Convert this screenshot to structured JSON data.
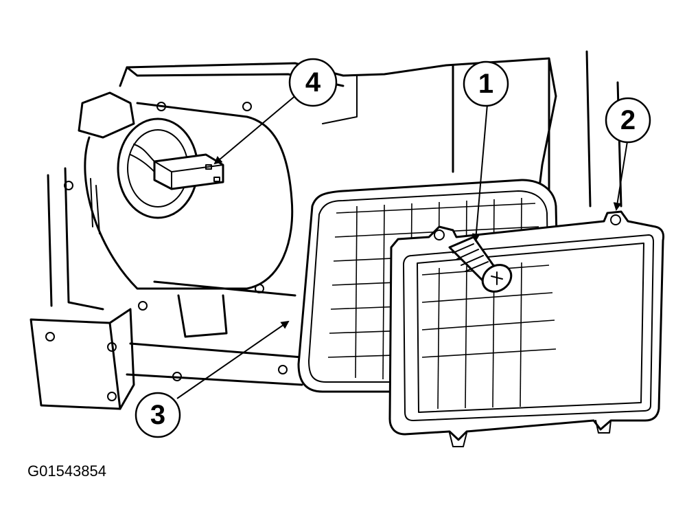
{
  "callouts": [
    {
      "id": "1",
      "label": "1"
    },
    {
      "id": "2",
      "label": "2"
    },
    {
      "id": "3",
      "label": "3"
    },
    {
      "id": "4",
      "label": "4"
    }
  ],
  "figure_code": "G01543854"
}
